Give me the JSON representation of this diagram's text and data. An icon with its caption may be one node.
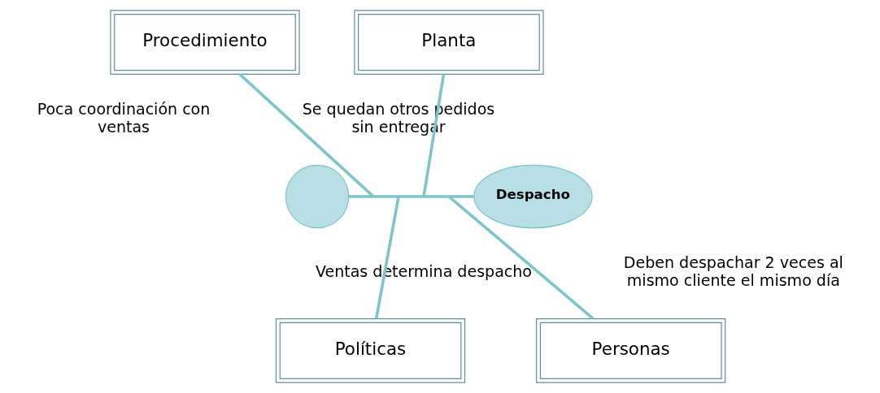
{
  "diagram": {
    "nodes": [
      {
        "text": [
          "Procedimiento"
        ]
      },
      {
        "text": [
          "Planta"
        ]
      },
      {
        "text": [
          "Políticas"
        ]
      },
      {
        "text": [
          "Personas"
        ]
      },
      {
        "text": [
          "Despacho"
        ]
      },
      {
        "text": [],
        "shape": "crescent"
      }
    ],
    "edges": [
      {
        "from": 5,
        "to": 4,
        "arrow": "none"
      },
      {
        "from": 0,
        "to": null,
        "arrow": "none"
      },
      {
        "from": 2,
        "to": null,
        "arrow": "none"
      },
      {
        "from": 1,
        "to": null,
        "arrow": "none"
      },
      {
        "from": 3,
        "to": null,
        "arrow": "none"
      }
    ],
    "labels": [
      "Poca coordinación con ventas",
      "Se quedan otros pedidos sin entregar",
      "Ventas determina despacho",
      "Deben despachar 2 veces al mismo cliente el mismo día"
    ]
  }
}
